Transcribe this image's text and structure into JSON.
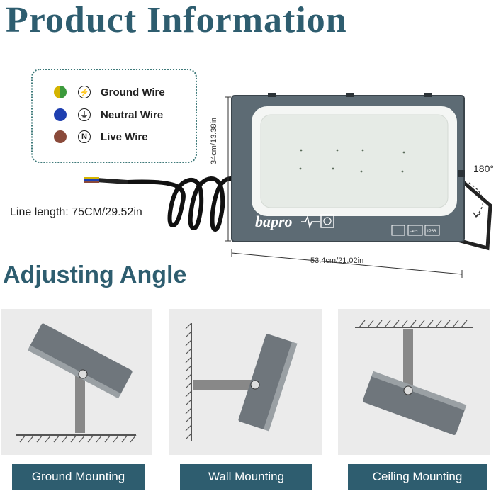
{
  "header": {
    "title": "Product Information"
  },
  "legend": {
    "items": [
      {
        "label": "Ground Wire",
        "color": "#d4b400",
        "color2": "#3c9a3c",
        "symbol": "⚡"
      },
      {
        "label": "Neutral Wire",
        "color": "#1e3fb0",
        "symbol": "⏚"
      },
      {
        "label": "Live Wire",
        "color": "#8a4a3a",
        "symbol": "N"
      }
    ]
  },
  "product": {
    "brand": "bapro",
    "line_length": "Line length: 75CM/29.52in",
    "height_dim": "34cm/13.38in",
    "width_dim": "53.4cm/21.02in",
    "rotation": "180°",
    "label_temp": "-40°C",
    "label_ip": "IP66"
  },
  "section2": {
    "title": "Adjusting Angle"
  },
  "mountings": [
    {
      "label": "Ground Mounting"
    },
    {
      "label": "Wall Mounting"
    },
    {
      "label": "Ceiling Mounting"
    }
  ],
  "colors": {
    "accent": "#2e5d6f",
    "panel": "#ebebeb",
    "body": "#5d6b74"
  }
}
